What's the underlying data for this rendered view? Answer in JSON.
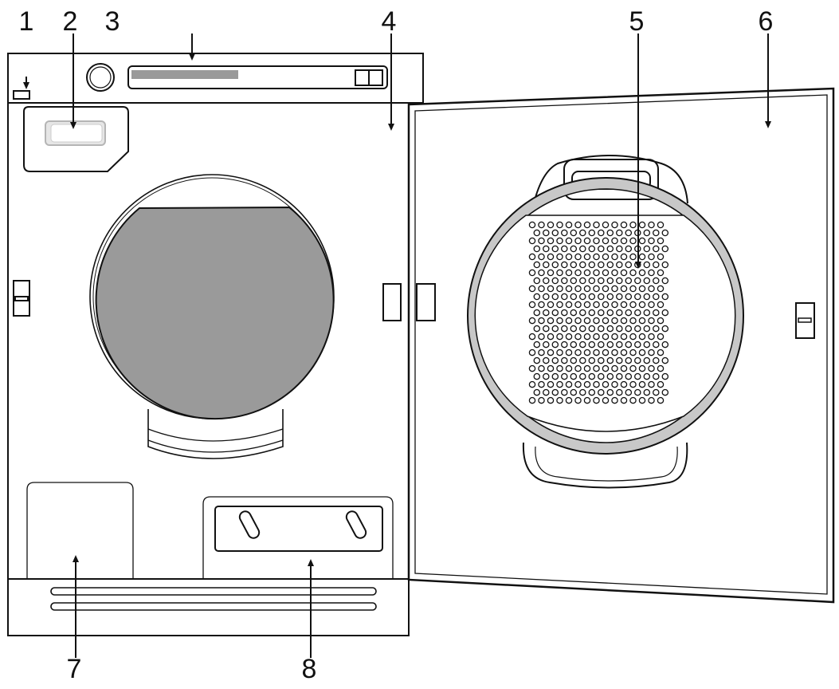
{
  "callouts": [
    {
      "id": "1",
      "label": "1"
    },
    {
      "id": "2",
      "label": "2"
    },
    {
      "id": "3",
      "label": "3"
    },
    {
      "id": "4",
      "label": "4"
    },
    {
      "id": "5",
      "label": "5"
    },
    {
      "id": "6",
      "label": "6"
    },
    {
      "id": "7",
      "label": "7"
    },
    {
      "id": "8",
      "label": "8"
    }
  ],
  "colors": {
    "stroke": "#111111",
    "drum": "#9a9a9a",
    "seal": "#c8c8c8",
    "light": "#d6d6d6"
  }
}
